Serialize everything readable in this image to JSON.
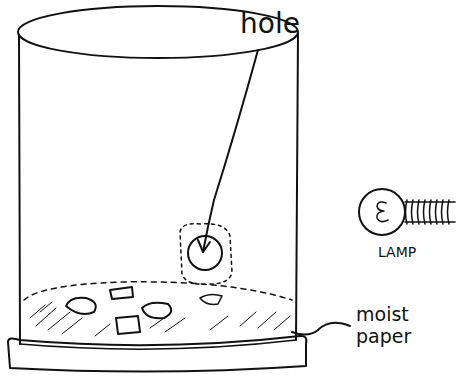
{
  "diagram": {
    "labels": [
      "hole",
      "LAMP",
      "moist paper"
    ]
  }
}
